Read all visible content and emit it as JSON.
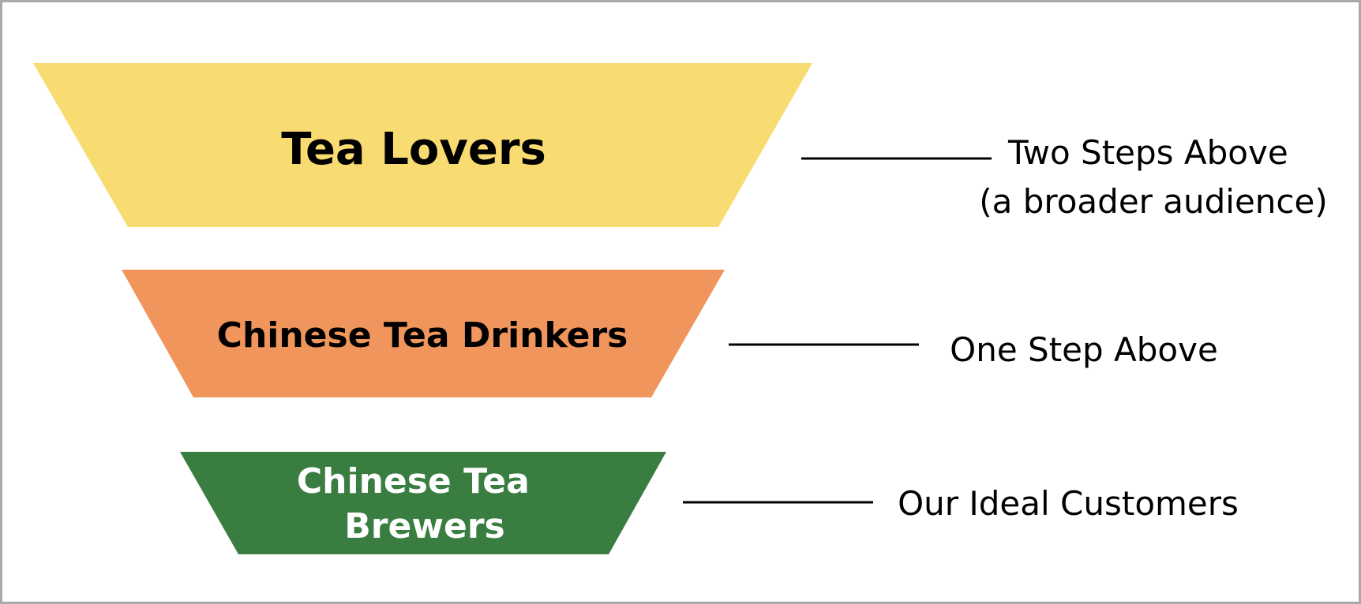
{
  "funnel": {
    "tiers": [
      {
        "label_lines": [
          "Tea Lovers"
        ],
        "color": "#f8dc72",
        "text_color": "#000000",
        "side_label_lines": [
          "Two Steps Above",
          "(a broader audience)"
        ]
      },
      {
        "label_lines": [
          "Chinese Tea Drinkers"
        ],
        "color": "#f0955c",
        "text_color": "#000000",
        "side_label_lines": [
          "One Step Above"
        ]
      },
      {
        "label_lines": [
          "Chinese Tea",
          "Brewers"
        ],
        "color": "#3a7d40",
        "text_color": "#ffffff",
        "side_label_lines": [
          "Our Ideal Customers"
        ]
      }
    ],
    "connector_color": "#000000",
    "border_color": "#a9a9a9"
  }
}
